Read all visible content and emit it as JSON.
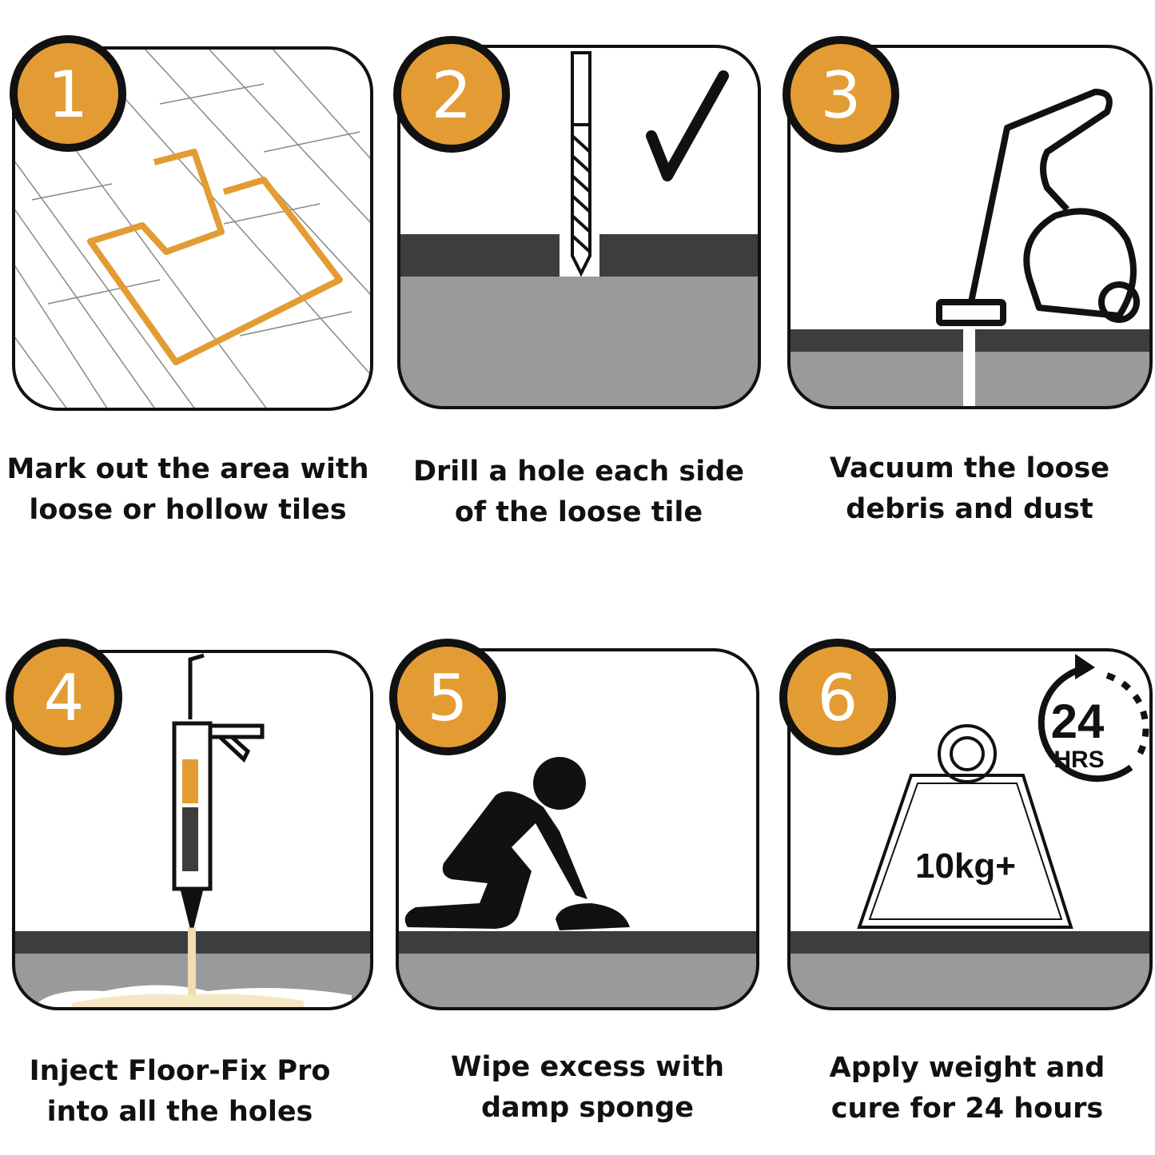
{
  "colors": {
    "accent": "#E39C33",
    "band": "#3d3d3d",
    "ground": "#9a9a9a",
    "outline": "#111111"
  },
  "steps": [
    {
      "number": "1",
      "line1": "Mark out the area with",
      "line2": "loose or hollow tiles",
      "icon": "tile-outline-icon"
    },
    {
      "number": "2",
      "line1": "Drill a hole each side",
      "line2": "of the loose tile",
      "icon": "drill-bit-icon"
    },
    {
      "number": "3",
      "line1": "Vacuum the loose",
      "line2": "debris and dust",
      "icon": "vacuum-icon"
    },
    {
      "number": "4",
      "line1": "Inject Floor-Fix Pro",
      "line2": "into all the holes",
      "icon": "caulk-gun-icon"
    },
    {
      "number": "5",
      "line1": "Wipe excess with",
      "line2": "damp sponge",
      "icon": "kneeling-person-icon"
    },
    {
      "number": "6",
      "line1": "Apply weight and",
      "line2": "cure for 24 hours",
      "icon": "weight-icon"
    }
  ],
  "weight_label": "10kg+",
  "timer": {
    "value": "24",
    "unit": "HRS"
  }
}
